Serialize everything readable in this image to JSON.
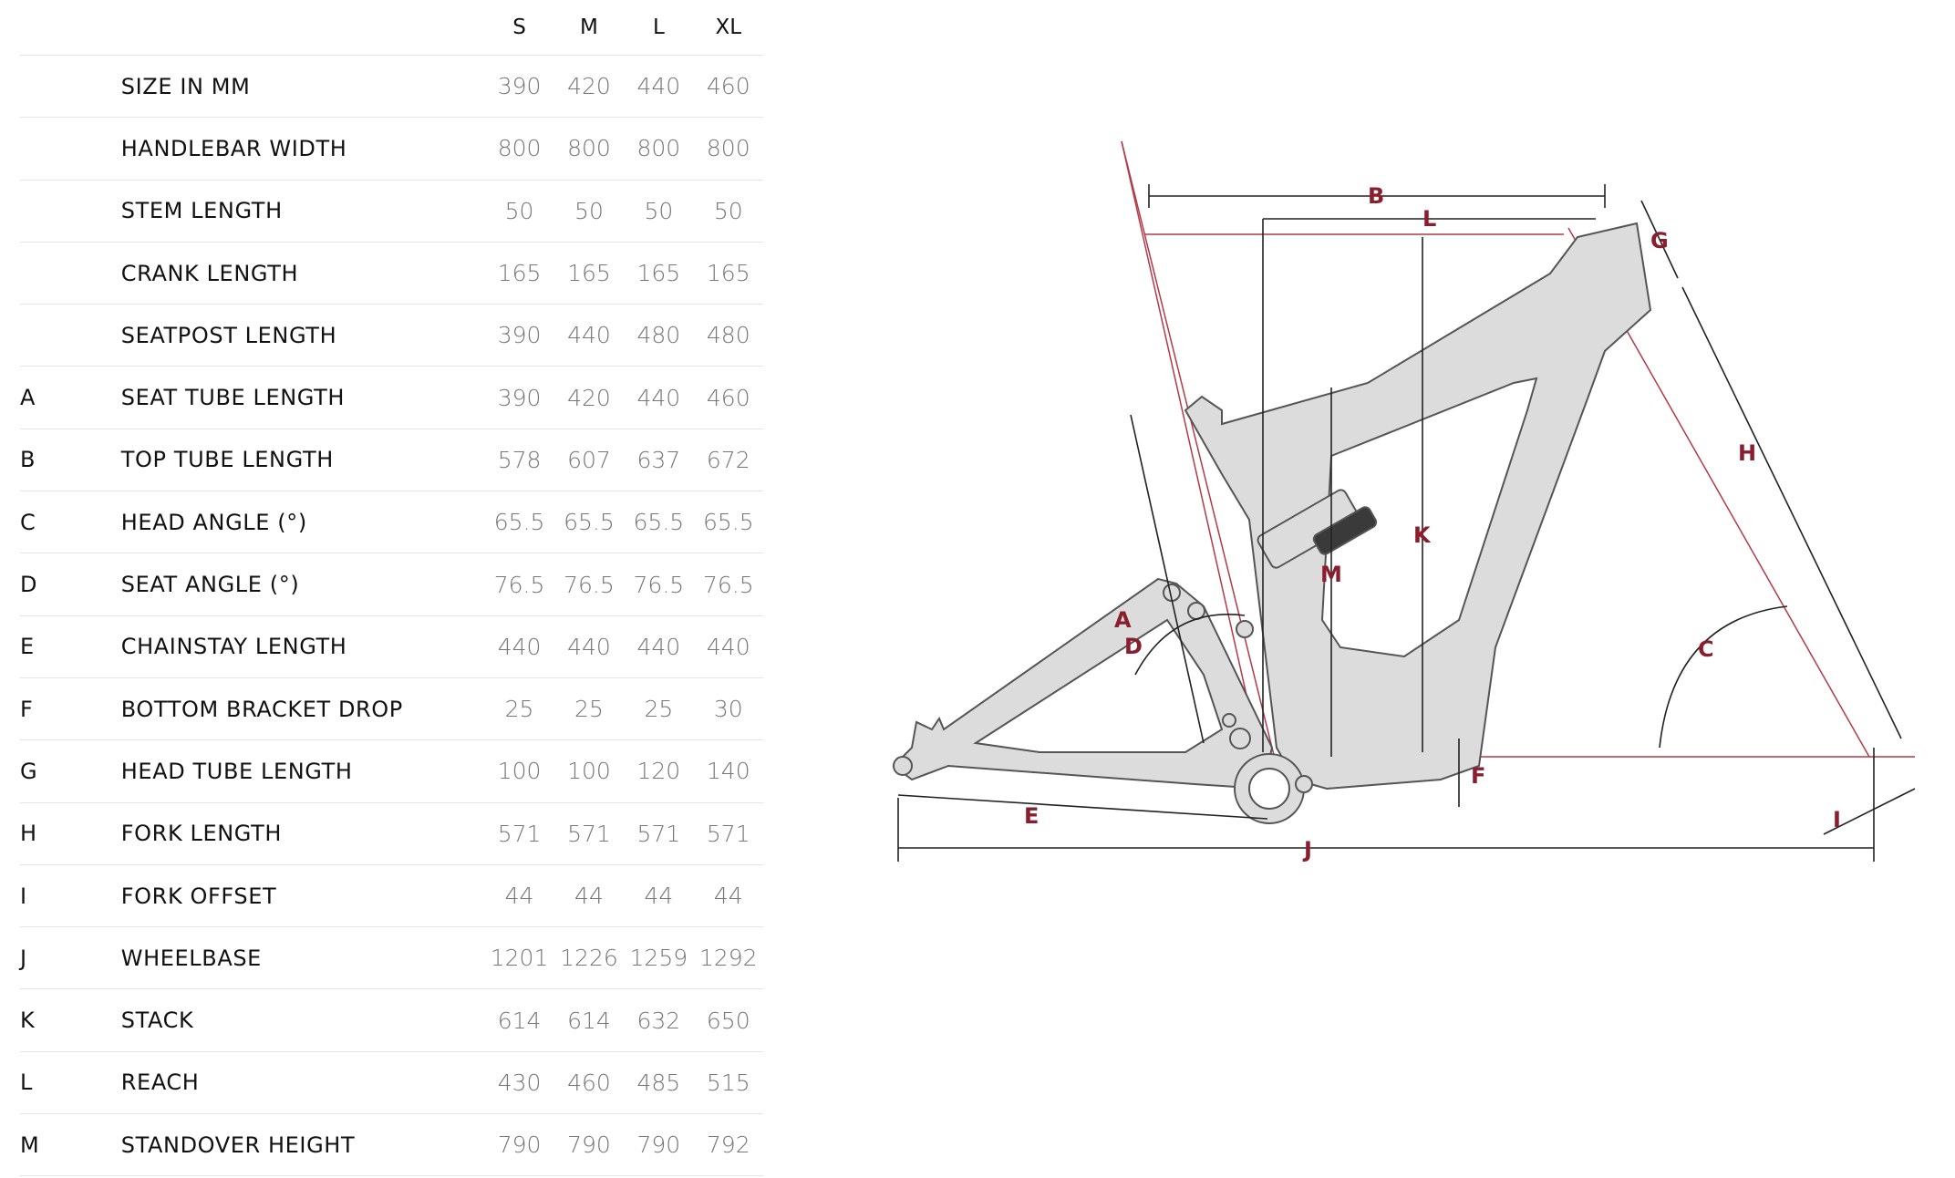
{
  "sizes": [
    "S",
    "M",
    "L",
    "XL"
  ],
  "rows": [
    {
      "letter": "",
      "name": "SIZE IN MM",
      "values": [
        "390",
        "420",
        "440",
        "460"
      ]
    },
    {
      "letter": "",
      "name": "HANDLEBAR WIDTH",
      "values": [
        "800",
        "800",
        "800",
        "800"
      ]
    },
    {
      "letter": "",
      "name": "STEM LENGTH",
      "values": [
        "50",
        "50",
        "50",
        "50"
      ]
    },
    {
      "letter": "",
      "name": "CRANK LENGTH",
      "values": [
        "165",
        "165",
        "165",
        "165"
      ]
    },
    {
      "letter": "",
      "name": "SEATPOST LENGTH",
      "values": [
        "390",
        "440",
        "480",
        "480"
      ]
    },
    {
      "letter": "A",
      "name": "SEAT TUBE LENGTH",
      "values": [
        "390",
        "420",
        "440",
        "460"
      ]
    },
    {
      "letter": "B",
      "name": "TOP TUBE LENGTH",
      "values": [
        "578",
        "607",
        "637",
        "672"
      ]
    },
    {
      "letter": "C",
      "name": "HEAD ANGLE (°)",
      "values": [
        "65.5",
        "65.5",
        "65.5",
        "65.5"
      ]
    },
    {
      "letter": "D",
      "name": "SEAT ANGLE (°)",
      "values": [
        "76.5",
        "76.5",
        "76.5",
        "76.5"
      ]
    },
    {
      "letter": "E",
      "name": "CHAINSTAY LENGTH",
      "values": [
        "440",
        "440",
        "440",
        "440"
      ]
    },
    {
      "letter": "F",
      "name": "BOTTOM BRACKET DROP",
      "values": [
        "25",
        "25",
        "25",
        "30"
      ]
    },
    {
      "letter": "G",
      "name": "HEAD TUBE LENGTH",
      "values": [
        "100",
        "100",
        "120",
        "140"
      ]
    },
    {
      "letter": "H",
      "name": "FORK LENGTH",
      "values": [
        "571",
        "571",
        "571",
        "571"
      ]
    },
    {
      "letter": "I",
      "name": "FORK OFFSET",
      "values": [
        "44",
        "44",
        "44",
        "44"
      ]
    },
    {
      "letter": "J",
      "name": "WHEELBASE",
      "values": [
        "1201",
        "1226",
        "1259",
        "1292"
      ]
    },
    {
      "letter": "K",
      "name": "STACK",
      "values": [
        "614",
        "614",
        "632",
        "650"
      ]
    },
    {
      "letter": "L",
      "name": "REACH",
      "values": [
        "430",
        "460",
        "485",
        "515"
      ]
    },
    {
      "letter": "M",
      "name": "STANDOVER HEIGHT",
      "values": [
        "790",
        "790",
        "790",
        "792"
      ]
    }
  ],
  "diagram": {
    "labels": {
      "A": "A",
      "B": "B",
      "C": "C",
      "D": "D",
      "E": "E",
      "F": "F",
      "G": "G",
      "H": "H",
      "I": "I",
      "J": "J",
      "K": "K",
      "L": "L",
      "M": "M"
    }
  },
  "colors": {
    "accent": "#8b1e2e",
    "frame": "#dcdcdc",
    "value_text": "#777777"
  }
}
